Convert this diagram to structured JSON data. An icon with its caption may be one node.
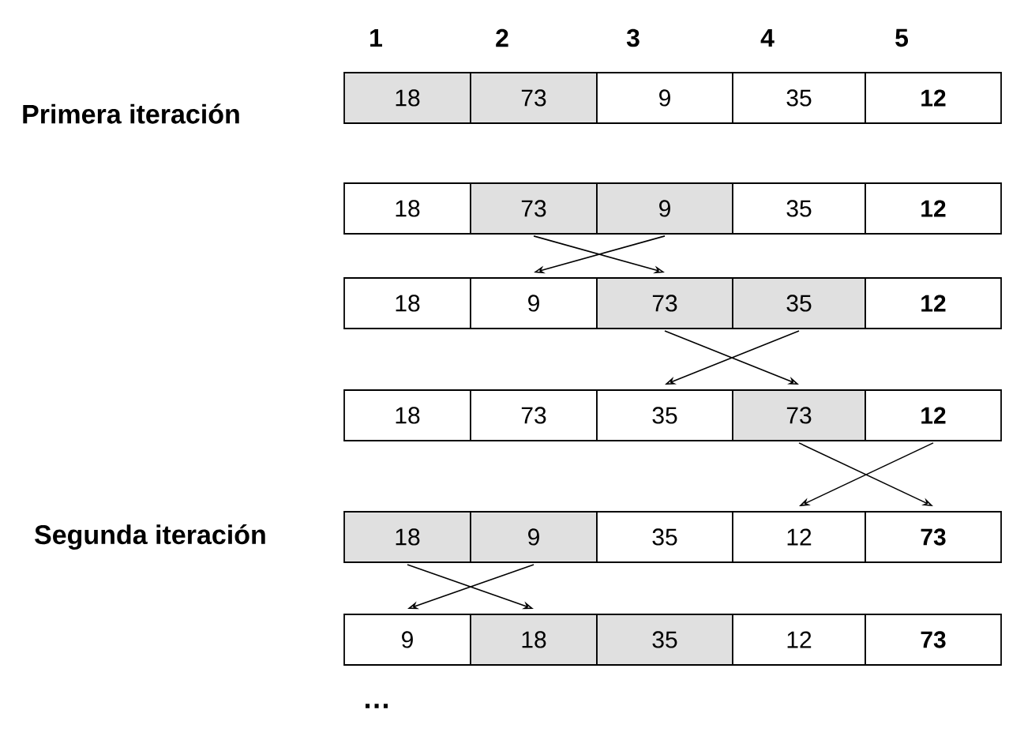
{
  "diagram": {
    "nodes": [
      {
        "text": [
          "18"
        ]
      },
      {
        "text": [
          "73"
        ]
      },
      {
        "text": [
          "9"
        ]
      },
      {
        "text": [
          "35"
        ]
      },
      {
        "text": [
          "12"
        ]
      },
      {
        "text": [
          "18"
        ]
      },
      {
        "text": [
          "73"
        ]
      },
      {
        "text": [
          "9"
        ]
      },
      {
        "text": [
          "35"
        ]
      },
      {
        "text": [
          "12"
        ]
      },
      {
        "text": [
          "18"
        ]
      },
      {
        "text": [
          "9"
        ]
      },
      {
        "text": [
          "73"
        ]
      },
      {
        "text": [
          "35"
        ]
      },
      {
        "text": [
          "12"
        ]
      },
      {
        "text": [
          "18"
        ]
      },
      {
        "text": [
          "73"
        ]
      },
      {
        "text": [
          "35"
        ]
      },
      {
        "text": [
          "73"
        ]
      },
      {
        "text": [
          "12"
        ]
      },
      {
        "text": [
          "18"
        ]
      },
      {
        "text": [
          "9"
        ]
      },
      {
        "text": [
          "35"
        ]
      },
      {
        "text": [
          "12"
        ]
      },
      {
        "text": [
          "73"
        ]
      },
      {
        "text": [
          "9"
        ]
      },
      {
        "text": [
          "18"
        ]
      },
      {
        "text": [
          "35"
        ]
      },
      {
        "text": [
          "12"
        ]
      },
      {
        "text": [
          "73"
        ]
      }
    ],
    "edges": [
      {
        "from": 6,
        "to": 12,
        "arrow": "to"
      },
      {
        "from": 7,
        "to": 11,
        "arrow": "to"
      },
      {
        "from": 12,
        "to": 18,
        "arrow": "to"
      },
      {
        "from": 13,
        "to": 17,
        "arrow": "to"
      },
      {
        "from": 18,
        "to": 24,
        "arrow": "to"
      },
      {
        "from": 19,
        "to": 23,
        "arrow": "to"
      },
      {
        "from": 20,
        "to": 26,
        "arrow": "to"
      },
      {
        "from": 21,
        "to": 25,
        "arrow": "to"
      }
    ],
    "labels": [
      "1",
      "2",
      "3",
      "4",
      "5",
      "Primera iteración",
      "Segunda iteración",
      "…"
    ]
  }
}
